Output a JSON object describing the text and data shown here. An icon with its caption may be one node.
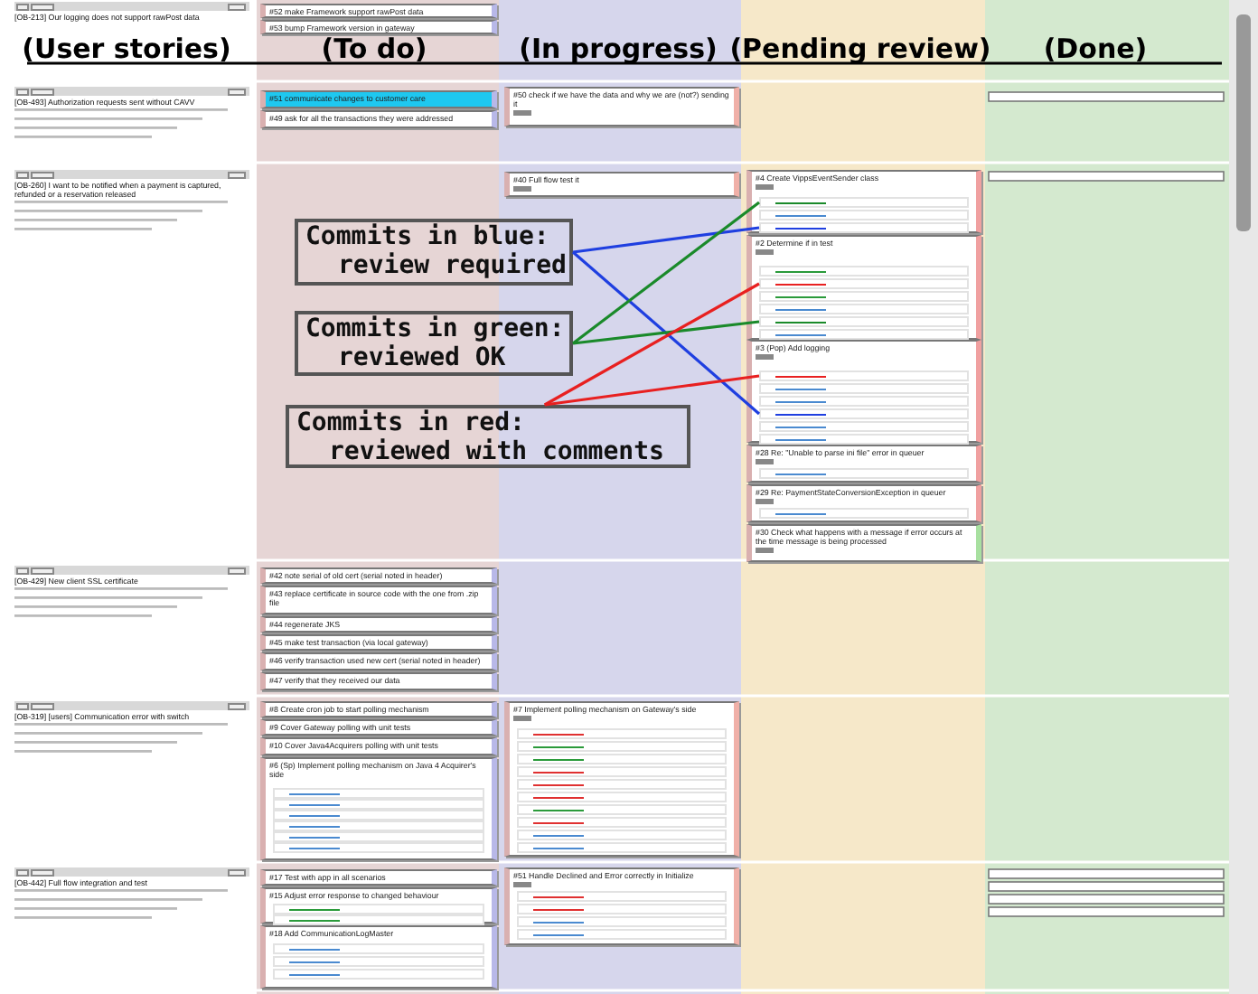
{
  "diagram": {
    "nodes": [
      {
        "text": [
          "[OB-213] Our logging does not support rawPost data"
        ]
      },
      {
        "text": [
          "#52 make Framework support rawPost data"
        ]
      },
      {
        "text": [
          "#53 bump Framework version in gateway"
        ]
      },
      {
        "text": [
          "[OB-493] Authorization requests sent without CAVV"
        ]
      },
      {
        "text": [
          "#51 communicate changes to customer care"
        ]
      },
      {
        "text": [
          "#49 ask for all the transactions they were addressed"
        ]
      },
      {
        "text": [
          "#50 check if we have the data and why we are (not?) sending it"
        ]
      },
      {
        "text": [
          "[OB-260] I want to be notified when a payment is captured, refunded or a reservation released"
        ]
      },
      {
        "text": [
          "#40 Full flow test it"
        ]
      },
      {
        "text": [
          "#4 Create VippsEventSender class"
        ]
      },
      {
        "text": [],
        "shape": "bar",
        "in": 9
      },
      {
        "text": [],
        "shape": "bar",
        "in": 9
      },
      {
        "text": [
          "#2 Determine if in test"
        ]
      },
      {
        "text": [],
        "shape": "bar",
        "in": 12
      },
      {
        "text": [],
        "shape": "bar",
        "in": 12
      },
      {
        "text": [
          "#3 (Pop) Add logging"
        ]
      },
      {
        "text": [],
        "shape": "bar",
        "in": 15
      },
      {
        "text": [],
        "shape": "bar",
        "in": 15
      },
      {
        "text": [
          "#28 Re: \"Unable to parse ini file\" error in queuer"
        ]
      },
      {
        "text": [
          "#29 Re: PaymentStateConversionException in queuer"
        ]
      },
      {
        "text": [
          "#30 Check what happens with a message if error occurs at the time message is being processed"
        ]
      },
      {
        "text": [
          "[OB-429] New client SSL certificate"
        ]
      },
      {
        "text": [
          "#42 note serial of old cert (serial noted in header)"
        ]
      },
      {
        "text": [
          "#43 replace certificate in source code with the one from .zip file"
        ]
      },
      {
        "text": [
          "#44 regenerate JKS"
        ]
      },
      {
        "text": [
          "#45 make test transaction (via local gateway)"
        ]
      },
      {
        "text": [
          "#46 verify transaction used new cert (serial noted in header)"
        ]
      },
      {
        "text": [
          "#47 verify that they received our data"
        ]
      },
      {
        "text": [
          "[OB-319] [users] Communication error with switch"
        ]
      },
      {
        "text": [
          "#8 Create cron job to start polling mechanism"
        ]
      },
      {
        "text": [
          "#9 Cover Gateway polling with unit tests"
        ]
      },
      {
        "text": [
          "#10 Cover Java4Acquirers polling with unit tests"
        ]
      },
      {
        "text": [
          "#6 (Sp) Implement polling mechanism on Java 4 Acquirer's side"
        ]
      },
      {
        "text": [
          "#7 Implement polling mechanism on Gateway's side"
        ]
      },
      {
        "text": [
          "[OB-442] Full flow integration and test"
        ]
      },
      {
        "text": [
          "#17 Test with app in all scenarios"
        ]
      },
      {
        "text": [
          "#15 Adjust error response to changed behaviour"
        ]
      },
      {
        "text": [
          "#18 Add CommunicationLogMaster"
        ]
      },
      {
        "text": [
          "#51 Handle Declined and Error correctly in Initialize"
        ]
      },
      {
        "text": [
          "Commits in blue:",
          "review required"
        ]
      },
      {
        "text": [
          "Commits in green:",
          "reviewed OK"
        ]
      },
      {
        "text": [
          "Commits in red:",
          "reviewed with comments"
        ]
      }
    ],
    "edges": [
      {
        "from": 39,
        "to": 11,
        "arrow": "none",
        "color": "#1f3fe0"
      },
      {
        "from": 39,
        "to": 17,
        "arrow": "none",
        "color": "#1f3fe0"
      },
      {
        "from": 40,
        "to": 10,
        "arrow": "none",
        "color": "#1a8a2a"
      },
      {
        "from": 40,
        "to": 14,
        "arrow": "none",
        "color": "#1a8a2a"
      },
      {
        "from": 41,
        "to": 13,
        "arrow": "none",
        "color": "#e82020"
      },
      {
        "from": 41,
        "to": 16,
        "arrow": "none",
        "color": "#e82020"
      }
    ],
    "labels": [
      "(User stories)",
      "(To do)",
      "(In progress)",
      "(Pending review)",
      "(Done)"
    ]
  }
}
